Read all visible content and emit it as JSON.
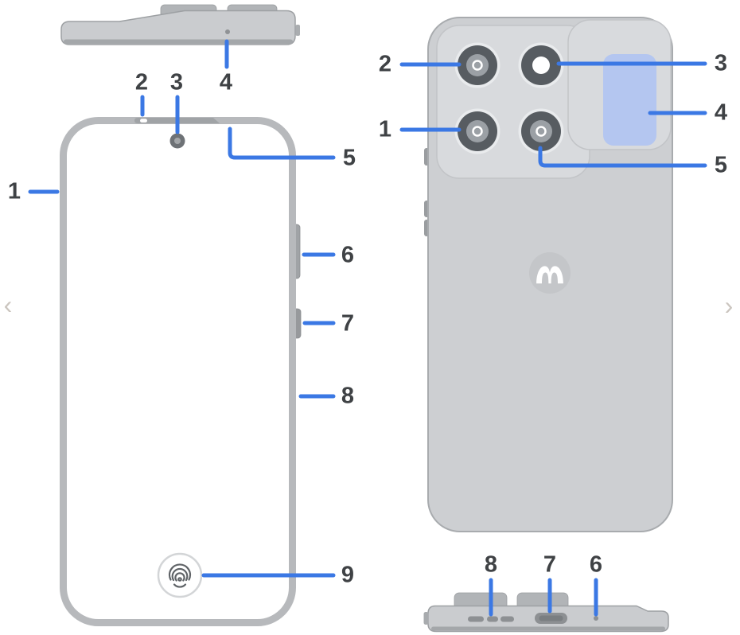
{
  "screen": {
    "description_visible_text_only": true,
    "background": "#ffffff"
  },
  "carousel": {
    "prev": "‹",
    "next": "›"
  },
  "icons": {
    "fingerprint": "fingerprint-icon",
    "brand_logo": "motorola-batwing-logo",
    "carousel_prev": "chevron-left-icon",
    "carousel_next": "chevron-right-icon"
  },
  "colors": {
    "callout_line": "#3b78e4",
    "label_text": "#3f4245",
    "phone_frame": "#b7b9bc",
    "phone_body": "#cdcfd2",
    "camera_module": "#d8dadd",
    "lens_dark": "#575c61",
    "lens_mid": "#9ba0a5",
    "flash_window": "#b4c6f0",
    "edge_bar": "#cacccf"
  },
  "callouts": {
    "front": [
      {
        "label": "1"
      },
      {
        "label": "2"
      },
      {
        "label": "3"
      },
      {
        "label": "4"
      },
      {
        "label": "5"
      },
      {
        "label": "6"
      },
      {
        "label": "7"
      },
      {
        "label": "8"
      },
      {
        "label": "9"
      }
    ],
    "back": [
      {
        "label": "1"
      },
      {
        "label": "2"
      },
      {
        "label": "3"
      },
      {
        "label": "4"
      },
      {
        "label": "5"
      }
    ],
    "bottom": [
      {
        "label": "6"
      },
      {
        "label": "7"
      },
      {
        "label": "8"
      }
    ]
  }
}
